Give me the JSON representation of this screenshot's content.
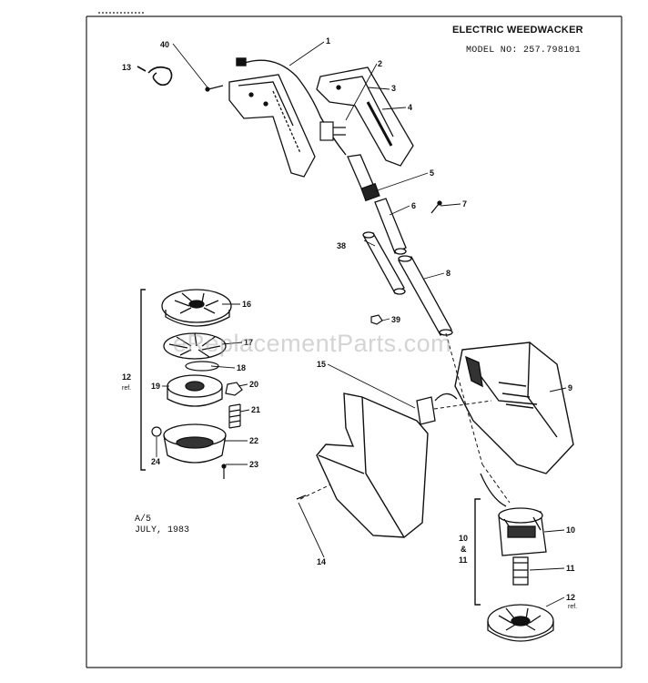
{
  "header": {
    "title": "ELECTRIC WEEDWACKER",
    "model": "MODEL NO: 257.798101"
  },
  "stamp": {
    "line1": "A/5",
    "line2": "JULY, 1983"
  },
  "watermark": "eReplacementParts.com",
  "callouts": {
    "c1": "1",
    "c2": "2",
    "c3": "3",
    "c4": "4",
    "c5": "5",
    "c6": "6",
    "c7": "7",
    "c8": "8",
    "c9": "9",
    "c10": "10",
    "c11": "11",
    "c12": "12",
    "c13": "13",
    "c14": "14",
    "c15": "15",
    "c16": "16",
    "c17": "17",
    "c18": "18",
    "c19": "19",
    "c20": "20",
    "c21": "21",
    "c22": "22",
    "c23": "23",
    "c24": "24",
    "c38": "38",
    "c39": "39",
    "c40": "40"
  },
  "bracket_labels": {
    "left_num": "12",
    "left_ref": "ref.",
    "right_a": "10",
    "right_amp": "&",
    "right_b": "11",
    "ref_12": "ref."
  }
}
